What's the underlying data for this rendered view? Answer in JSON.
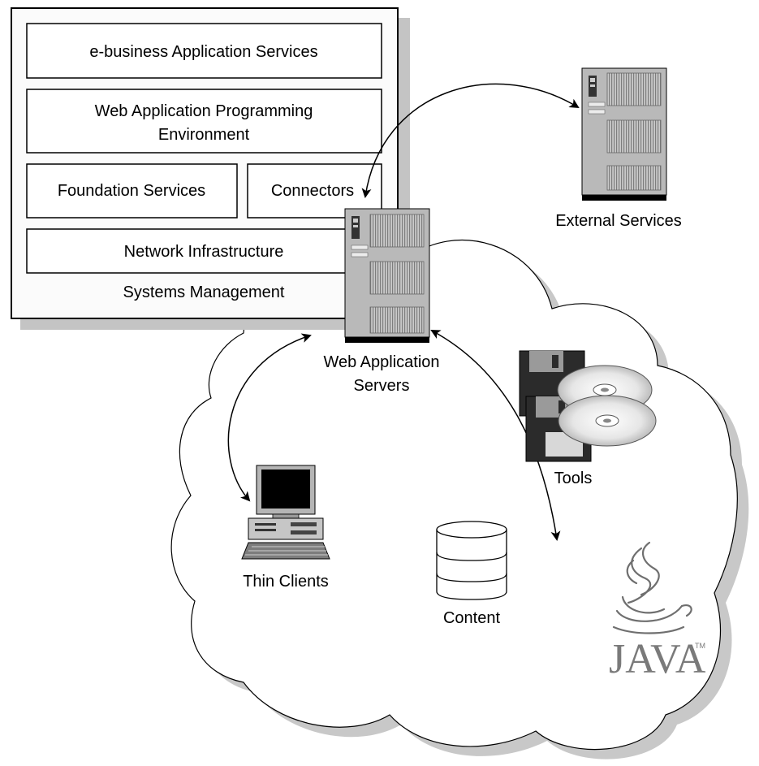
{
  "diagram": {
    "stack": {
      "e_business": "e-business Application Services",
      "web_app_prog_line1": "Web Application Programming",
      "web_app_prog_line2": "Environment",
      "foundation": "Foundation Services",
      "connectors": "Connectors",
      "network": "Network Infrastructure",
      "systems_mgmt": "Systems Management"
    },
    "labels": {
      "external_services": "External Services",
      "web_app_servers_line1": "Web Application",
      "web_app_servers_line2": "Servers",
      "tools": "Tools",
      "thin_clients": "Thin Clients",
      "content": "Content"
    },
    "java_logo": {
      "word": "JAVA",
      "tm": "TM"
    }
  }
}
